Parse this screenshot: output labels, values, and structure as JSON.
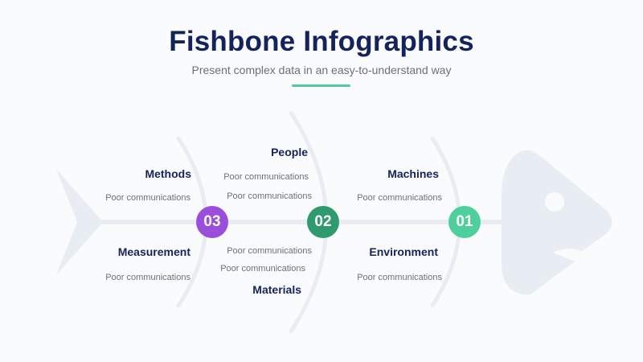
{
  "header": {
    "title": "Fishbone Infographics",
    "subtitle": "Present complex data in an easy-to-understand way",
    "accent_color": "#4fcf9b"
  },
  "colors": {
    "title": "#14235c",
    "body_text": "#6b6f78",
    "bone": "#e8edf3",
    "badge_01": "#4fcf9b",
    "badge_02": "#2e9a6e",
    "badge_03": "#9b4ddb"
  },
  "badges": [
    {
      "number": "01",
      "color": "#4fcf9b"
    },
    {
      "number": "02",
      "color": "#2e9a6e"
    },
    {
      "number": "03",
      "color": "#9b4ddb"
    }
  ],
  "categories": {
    "methods": {
      "label": "Methods",
      "items": [
        "Poor communications"
      ]
    },
    "measurement": {
      "label": "Measurement",
      "items": [
        "Poor communications"
      ]
    },
    "people": {
      "label": "People",
      "items": [
        "Poor communications",
        "Poor communications"
      ]
    },
    "materials": {
      "label": "Materials",
      "items": [
        "Poor communications",
        "Poor communications"
      ]
    },
    "machines": {
      "label": "Machines",
      "items": [
        "Poor communications"
      ]
    },
    "environment": {
      "label": "Environment",
      "items": [
        "Poor communications"
      ]
    }
  },
  "icons": {
    "fish_head": "fish-head-icon",
    "fish_tail": "fish-tail-icon"
  }
}
